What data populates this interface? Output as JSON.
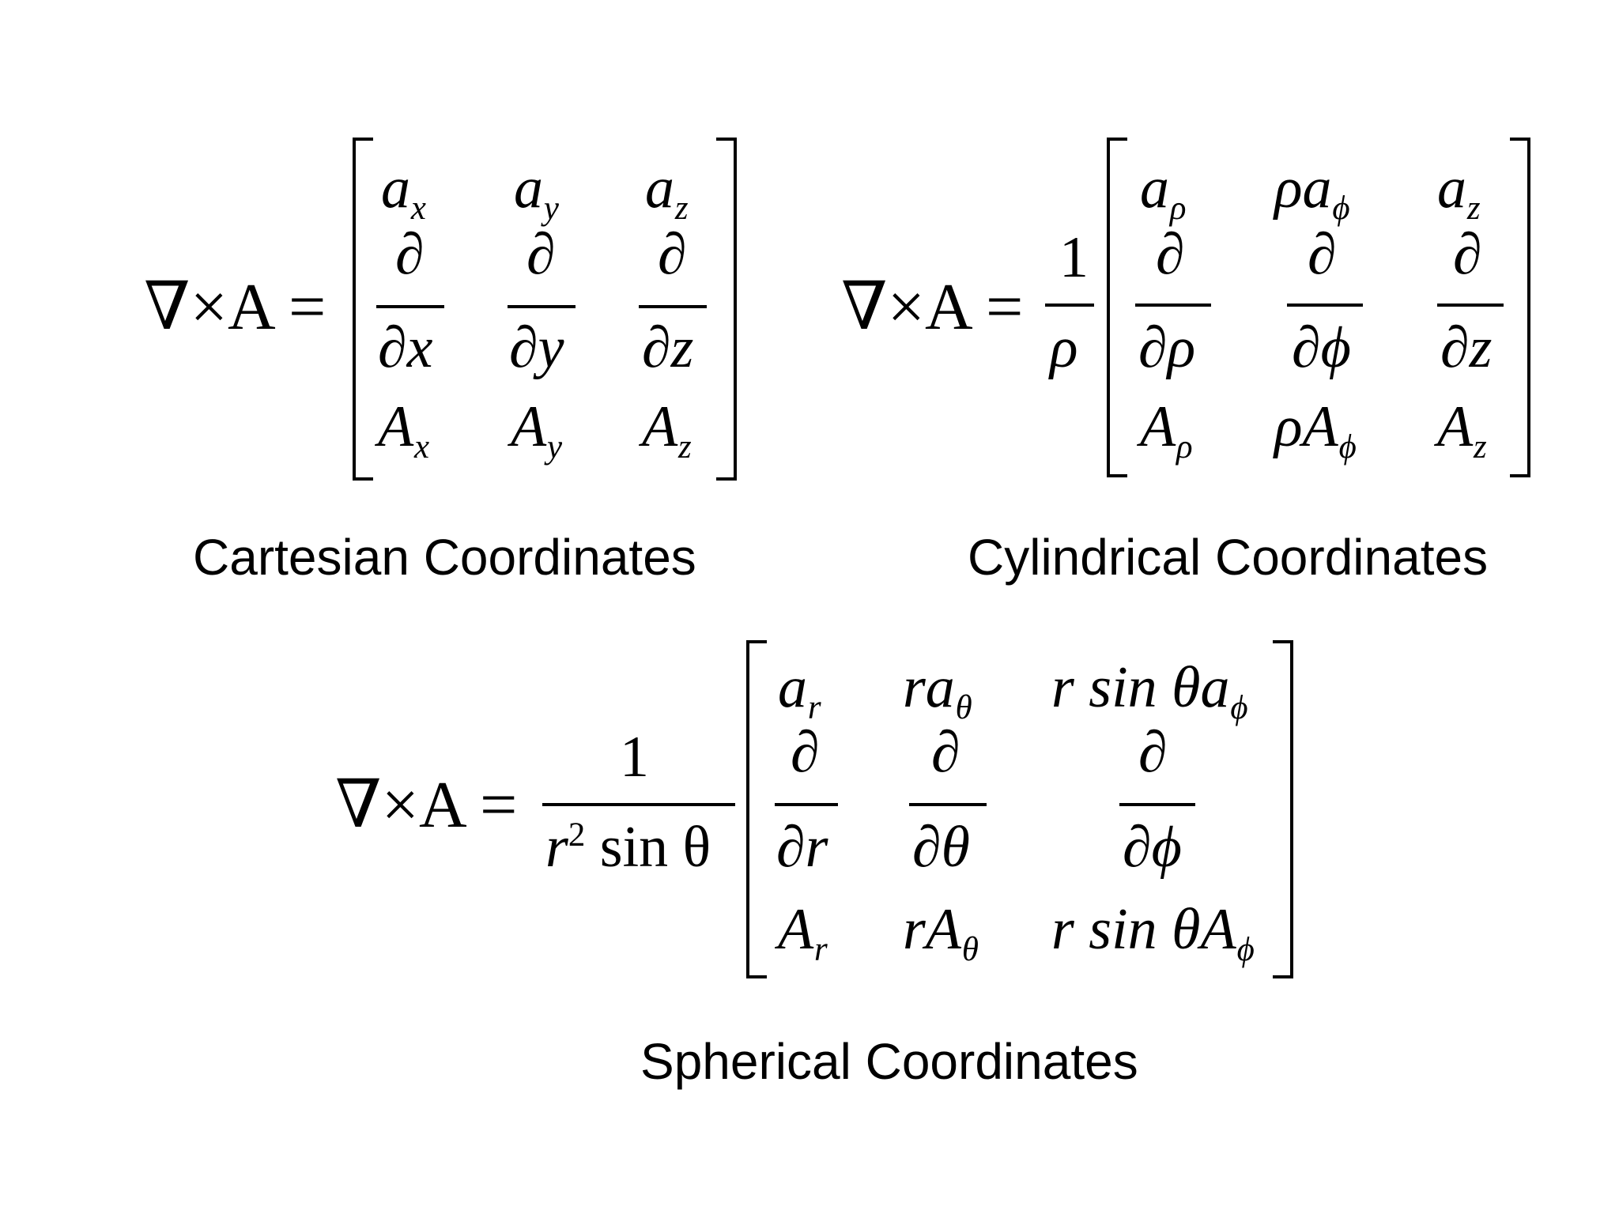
{
  "cartesian": {
    "lhs": "∇×A =",
    "row1": [
      [
        "a",
        "x"
      ],
      [
        "a",
        "y"
      ],
      [
        "a",
        "z"
      ]
    ],
    "partial": "∂",
    "row2_den": [
      "∂x",
      "∂y",
      "∂z"
    ],
    "row3": [
      [
        "A",
        "x"
      ],
      [
        "A",
        "y"
      ],
      [
        "A",
        "z"
      ]
    ],
    "caption": "Cartesian Coordinates"
  },
  "cylindrical": {
    "lhs": "∇×A =",
    "prefactor_num": "1",
    "prefactor_den": "ρ",
    "row1": [
      [
        "a",
        "ρ"
      ],
      [
        "ρa",
        "ϕ"
      ],
      [
        "a",
        "z"
      ]
    ],
    "partial": "∂",
    "row2_den": [
      "∂ρ",
      "∂ϕ",
      "∂z"
    ],
    "row3": [
      [
        "A",
        "ρ"
      ],
      [
        "ρA",
        "ϕ"
      ],
      [
        "A",
        "z"
      ]
    ],
    "caption": "Cylindrical Coordinates"
  },
  "spherical": {
    "lhs": "∇×A =",
    "prefactor_num": "1",
    "prefactor_den_r": "r",
    "prefactor_den_exp": "2",
    "prefactor_den_rest": " sin θ",
    "row1": [
      [
        "a",
        "r"
      ],
      [
        "ra",
        "θ"
      ],
      [
        "r sin θa",
        "ϕ"
      ]
    ],
    "partial": "∂",
    "row2_den": [
      "∂r",
      "∂θ",
      "∂ϕ"
    ],
    "row3": [
      [
        "A",
        "r"
      ],
      [
        "rA",
        "θ"
      ],
      [
        "r sin θA",
        "ϕ"
      ]
    ],
    "caption": "Spherical Coordinates"
  }
}
